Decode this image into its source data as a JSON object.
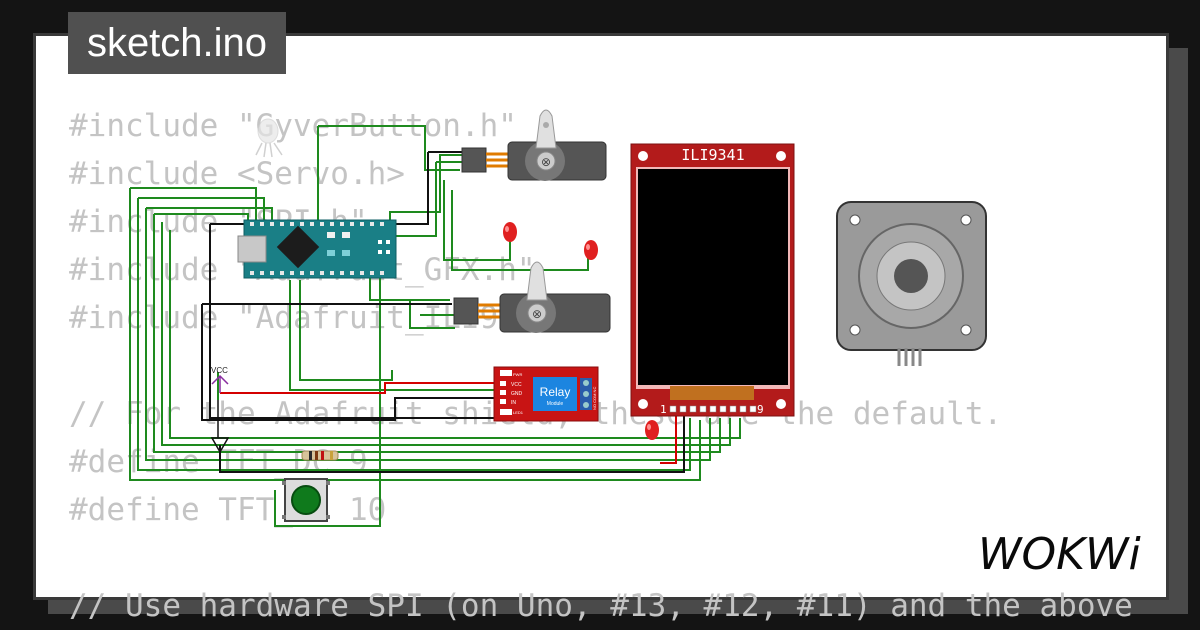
{
  "tab": {
    "filename": "sketch.ino"
  },
  "code_lines": [
    "#include \"GyverButton.h\"",
    "#include <Servo.h>",
    "#include \"SPI.h\"",
    "#include \"Adafruit_GFX.h\"",
    "#include \"Adafruit_ILI9341.h\"",
    "",
    "// For the Adafruit shield, these are the default.",
    "#define TFT_DC 9",
    "#define TFT_CS 10",
    "",
    "// Use hardware SPI (on Uno, #13, #12, #11) and the above"
  ],
  "display": {
    "label": "ILI9341",
    "pin_first": "1",
    "pin_last": "9"
  },
  "relay": {
    "label": "Relay",
    "sublabel": "Module",
    "pins": [
      "VCC",
      "GND",
      "IN"
    ],
    "side_labels": [
      "PWR",
      "LED1"
    ],
    "terminal_labels": "NO COM NC"
  },
  "power": {
    "vcc_label": "VCC"
  },
  "brand": {
    "logo_text": "WOKWi"
  },
  "colors": {
    "wire_green": "#1e8a1e",
    "wire_black": "#111111",
    "wire_red": "#d40000",
    "board_teal": "#1a7f86",
    "relay_red": "#c81414",
    "display_red": "#b31b1b"
  }
}
